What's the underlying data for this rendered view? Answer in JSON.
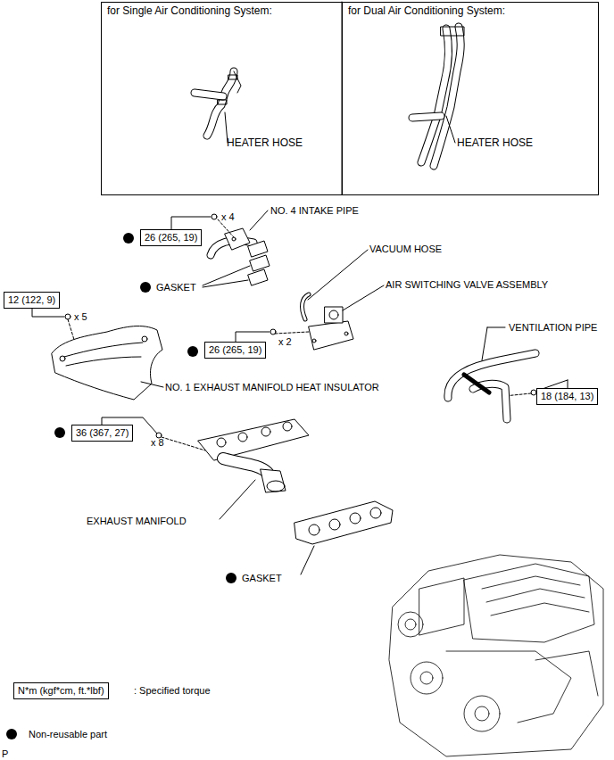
{
  "diagram": {
    "nodes": [
      {
        "text": [
          "for Single Air Conditioning System:",
          "HEATER HOSE"
        ]
      },
      {
        "text": [
          "for Dual Air Conditioning System:",
          "HEATER HOSE"
        ]
      },
      {
        "text": [
          "26 (265, 19)"
        ]
      },
      {
        "text": [
          "12 (122, 9)"
        ]
      },
      {
        "text": [
          "26 (265, 19)"
        ]
      },
      {
        "text": [
          "18 (184, 13)"
        ]
      },
      {
        "text": [
          "36 (367, 27)"
        ]
      },
      {
        "text": [
          "N*m (kgf*cm, ft.*lbf)"
        ]
      }
    ],
    "edges": [],
    "labels": [
      "x 4",
      "NO. 4 INTAKE PIPE",
      "GASKET",
      "VACUUM HOSE",
      "AIR SWITCHING VALVE ASSEMBLY",
      "x 5",
      "x 2",
      "VENTILATION PIPE",
      "NO. 1 EXHAUST MANIFOLD HEAT INSULATOR",
      "x 8",
      "EXHAUST MANIFOLD",
      "GASKET",
      "P"
    ],
    "legend": [
      {
        "text": ": Specified torque"
      },
      {
        "text": "Non-reusable part"
      }
    ]
  }
}
